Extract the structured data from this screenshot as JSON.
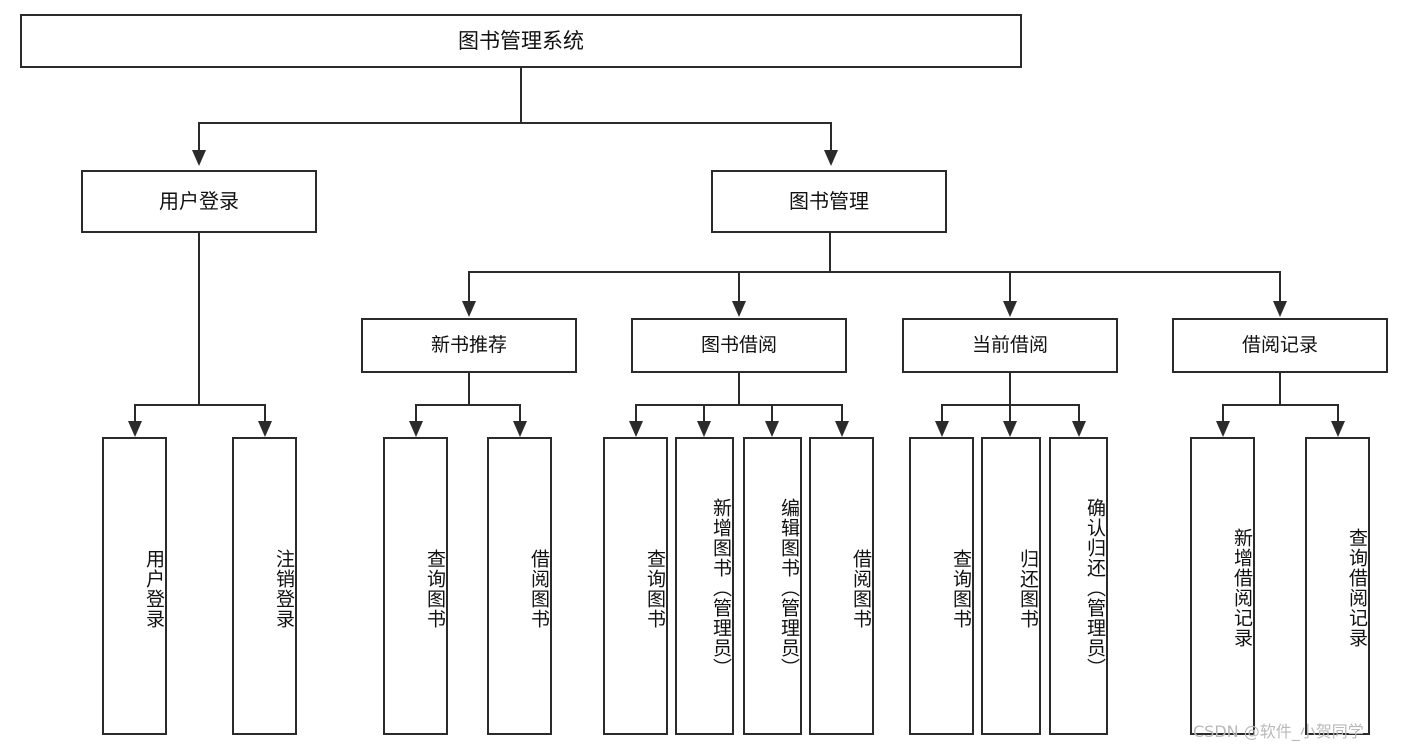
{
  "diagram": {
    "type": "tree-hierarchy",
    "title": "图书管理系统",
    "orientation": "top-down",
    "watermark": "CSDN @软件_小贺同学",
    "colors": {
      "stroke": "#2b2b2b",
      "fill": "#ffffff",
      "text": "#111111",
      "watermark": "#b9b9b9"
    }
  },
  "nodes": {
    "root": {
      "label": "图书管理系统"
    },
    "level1": [
      {
        "id": "user-login",
        "label": "用户登录"
      },
      {
        "id": "book-manage",
        "label": "图书管理"
      }
    ],
    "level2": [
      {
        "id": "new-book-recommend",
        "label": "新书推荐"
      },
      {
        "id": "book-borrow",
        "label": "图书借阅"
      },
      {
        "id": "current-borrow",
        "label": "当前借阅"
      },
      {
        "id": "borrow-record",
        "label": "借阅记录"
      }
    ],
    "leaves": {
      "user_login": [
        {
          "id": "leaf-user-login",
          "label": "用户登录"
        },
        {
          "id": "leaf-logout-login",
          "label": "注销登录"
        }
      ],
      "new_book_recommend": [
        {
          "id": "leaf-query-book-1",
          "label": "查询图书"
        },
        {
          "id": "leaf-borrow-book-1",
          "label": "借阅图书"
        }
      ],
      "book_borrow": [
        {
          "id": "leaf-query-book-2",
          "label": "查询图书"
        },
        {
          "id": "leaf-add-book",
          "label": "新增图书（管理员）"
        },
        {
          "id": "leaf-edit-book",
          "label": "编辑图书（管理员）"
        },
        {
          "id": "leaf-borrow-book-2",
          "label": "借阅图书"
        }
      ],
      "current_borrow": [
        {
          "id": "leaf-query-book-3",
          "label": "查询图书"
        },
        {
          "id": "leaf-return-book",
          "label": "归还图书"
        },
        {
          "id": "leaf-confirm-return",
          "label": "确认归还（管理员）"
        }
      ],
      "borrow_record": [
        {
          "id": "leaf-add-record",
          "label": "新增借阅记录"
        },
        {
          "id": "leaf-query-record",
          "label": "查询借阅记录"
        }
      ]
    }
  }
}
